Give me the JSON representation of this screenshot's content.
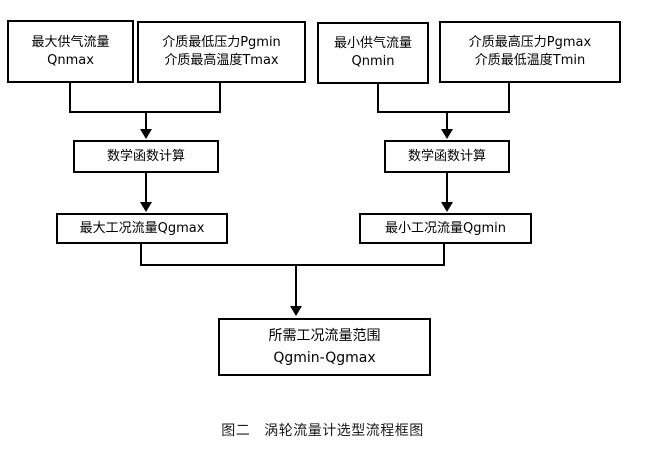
{
  "diagram": {
    "caption_label": "图二",
    "caption_title": "涡轮流量计选型流程框图",
    "nodes": {
      "qnmax": {
        "line1": "最大供气流量",
        "line2": "Qnmax"
      },
      "pgmin": {
        "line1": "介质最低压力Pgmin",
        "line2": "介质最高温度Tmax"
      },
      "qnmin": {
        "line1": "最小供气流量",
        "line2": "Qnmin"
      },
      "pgmax": {
        "line1": "介质最高压力Pgmax",
        "line2": "介质最低温度Tmin"
      },
      "math_left": {
        "line1": "数学函数计算"
      },
      "math_right": {
        "line1": "数学函数计算"
      },
      "qgmax": {
        "line1": "最大工况流量Qgmax"
      },
      "qgmin": {
        "line1": "最小工况流量Qgmin"
      },
      "result": {
        "line1": "所需工况流量范围",
        "line2": "Qgmin-Qgmax"
      }
    },
    "colors": {
      "stroke": "#000000",
      "fill": "#ffffff",
      "text": "#000000"
    }
  }
}
